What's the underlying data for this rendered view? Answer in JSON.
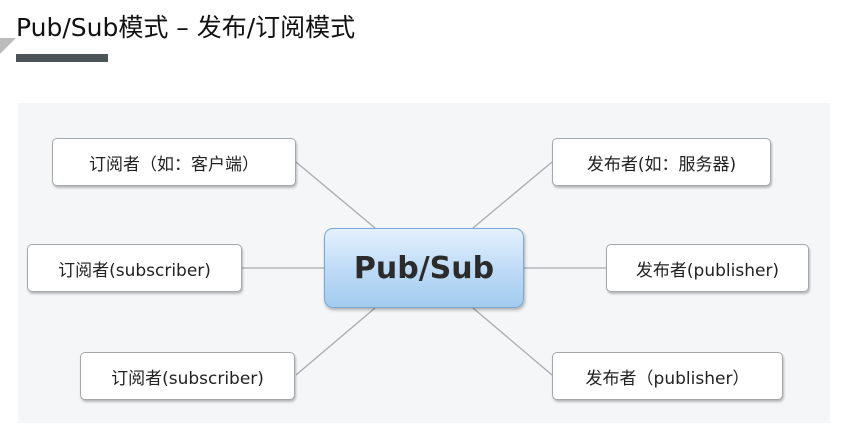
{
  "title": "Pub/Sub模式 – 发布/订阅模式",
  "center": {
    "label": "Pub/Sub"
  },
  "subscribers": [
    {
      "label": "订阅者（如：客户端）"
    },
    {
      "label": "订阅者(subscriber)"
    },
    {
      "label": "订阅者(subscriber)"
    }
  ],
  "publishers": [
    {
      "label": "发布者(如：服务器)"
    },
    {
      "label": "发布者(publisher)"
    },
    {
      "label": "发布者（publisher）"
    }
  ],
  "colors": {
    "panel_background": "#f4f6f8",
    "center_gradient_top": "#e4f1fd",
    "center_gradient_bottom": "#a3cbef",
    "center_border": "#7aa8d2",
    "node_border": "#a4a8ab",
    "connector": "#a8acaf",
    "title_underline": "#4d5458"
  }
}
